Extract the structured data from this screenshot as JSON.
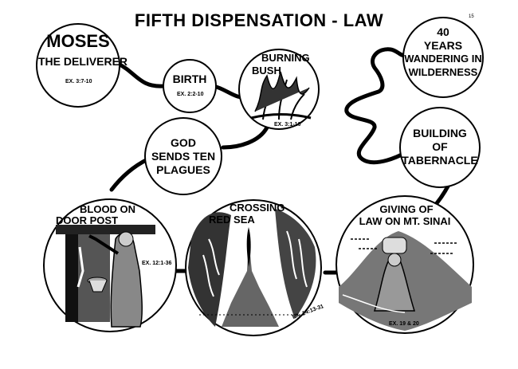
{
  "title": "FIFTH DISPENSATION - LAW",
  "page_number": "15",
  "nodes": {
    "moses": {
      "line1": "MOSES",
      "line2": "THE DELIVERER",
      "ref": "EX. 3:7-10"
    },
    "birth": {
      "label": "BIRTH",
      "ref": "EX. 2:2-10"
    },
    "burning_bush": {
      "line1": "BURNING",
      "line2": "BUSH",
      "ref": "EX. 3:1-10"
    },
    "plagues": {
      "line1": "GOD",
      "line2": "SENDS TEN",
      "line3": "PLAGUES"
    },
    "wandering": {
      "line1": "40",
      "line2": "YEARS",
      "line3": "WANDERING IN",
      "line4": "WILDERNESS"
    },
    "tabernacle": {
      "line1": "BUILDING",
      "line2": "OF",
      "line3": "TABERNACLE"
    },
    "blood": {
      "line1": "BLOOD ON",
      "line2": "DOOR POST",
      "ref": "EX. 12:1-36"
    },
    "red_sea": {
      "line1": "CROSSING",
      "line2": "RED SEA",
      "ref": "EX. 14:13-31"
    },
    "sinai": {
      "line1": "GIVING OF",
      "line2": "LAW ON MT. SINAI",
      "ref": "EX. 19 & 20"
    }
  }
}
